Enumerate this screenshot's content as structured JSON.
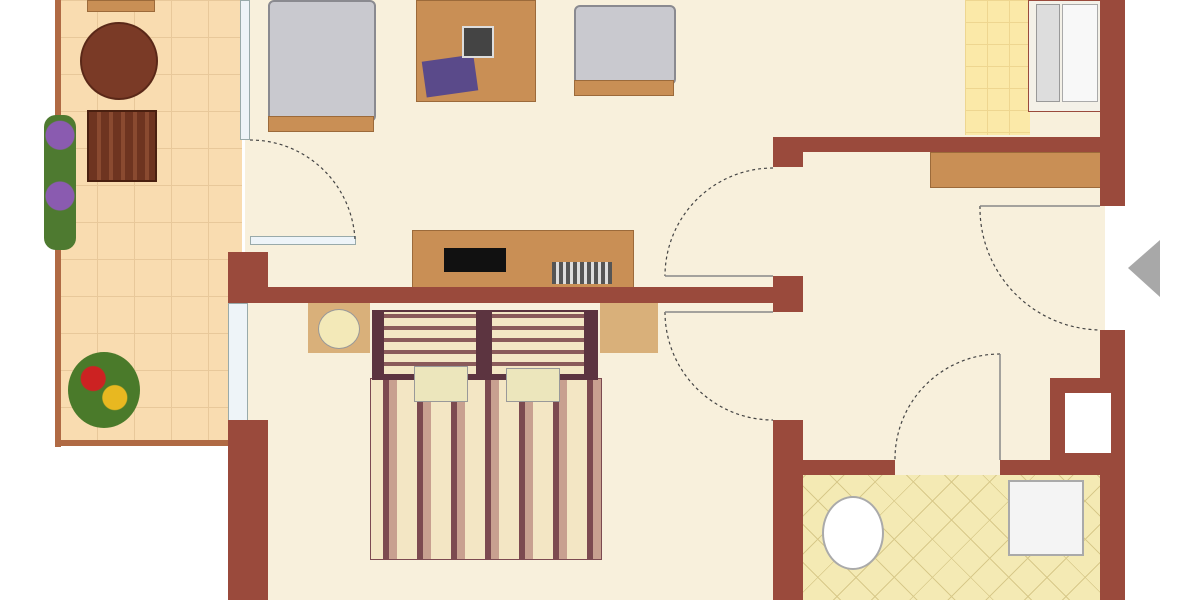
{
  "colors": {
    "wall": "#9a4a3c",
    "floor": "#f8f0dc",
    "balcony_tile": "#f9dcb0",
    "kitchen_tile": "#fbe9a8",
    "bath_tile": "#f4eab4",
    "wood": "#c98f55",
    "entrance_arrow": "#a8a8a8"
  },
  "rooms": [
    "balcony",
    "living-room",
    "bedroom",
    "hallway",
    "kitchen",
    "bathroom"
  ],
  "icons": [
    "table-icon",
    "chair-icon",
    "plant-icon",
    "sofa-icon",
    "armchair-icon",
    "coffee-table-icon",
    "desk-icon",
    "tv-icon",
    "bed-icon",
    "nightstand-lamp-icon",
    "sink-icon",
    "shower-icon",
    "entrance-arrow-icon"
  ]
}
